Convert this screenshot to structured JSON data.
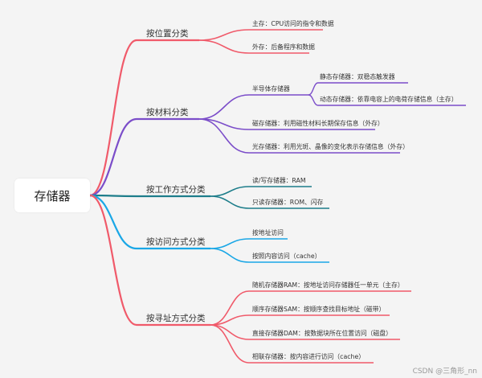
{
  "root": {
    "label": "存储器"
  },
  "branches": [
    {
      "label": "按位置分类",
      "color": "#f05a6a",
      "children": [
        {
          "label": "主存：CPU访问的指令和数据",
          "children": []
        },
        {
          "label": "外存：后备程序和数据",
          "children": []
        }
      ]
    },
    {
      "label": "按材料分类",
      "color": "#7b4dc9",
      "children": [
        {
          "label": "半导体存储器",
          "children": [
            {
              "label": "静态存储器：双稳态触发器"
            },
            {
              "label": "动态存储器：依靠电容上的电荷存储信息（主存）"
            }
          ]
        },
        {
          "label": "磁存储器：利用磁性材料长期保存信息（外存）",
          "children": []
        },
        {
          "label": "光存储器：利用光斑、晶像的变化表示存储信息（外存）",
          "children": []
        }
      ]
    },
    {
      "label": "按工作方式分类",
      "color": "#1d7d8a",
      "children": [
        {
          "label": "读/写存储器：RAM",
          "children": []
        },
        {
          "label": "只读存储器：ROM、闪存",
          "children": []
        }
      ]
    },
    {
      "label": "按访问方式分类",
      "color": "#1aa7e6",
      "children": [
        {
          "label": "按地址访问",
          "children": []
        },
        {
          "label": "按照内容访问（cache）",
          "children": []
        }
      ]
    },
    {
      "label": "按寻址方式分类",
      "color": "#f05a6a",
      "children": [
        {
          "label": "随机存储器RAM：按地址访问存储器任一单元（主存）",
          "children": []
        },
        {
          "label": "顺序存储器SAM：按顺序查找目标地址（磁带）",
          "children": []
        },
        {
          "label": "直接存储器DAM：按数据块所在位置访问（磁盘）",
          "children": []
        },
        {
          "label": "相联存储器：按内容进行访问（cache）",
          "children": []
        }
      ]
    }
  ],
  "watermark": "CSDN @三角形_nn"
}
